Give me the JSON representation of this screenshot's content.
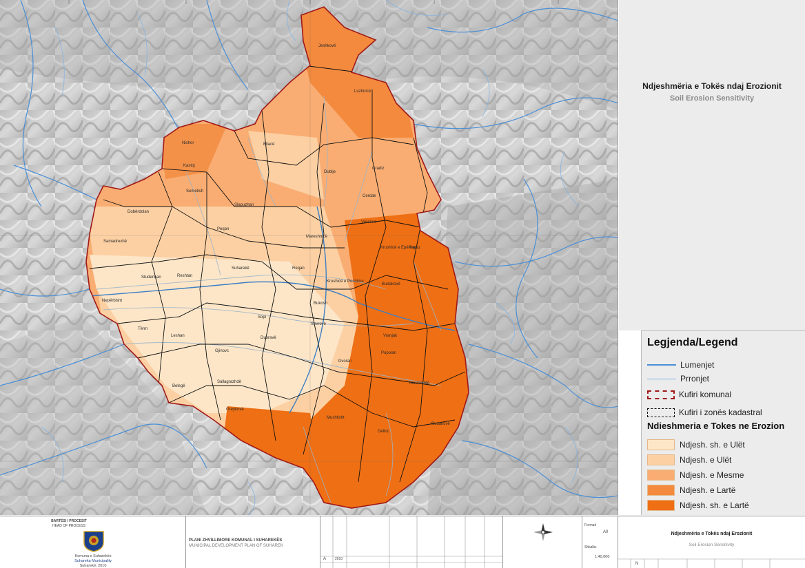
{
  "map": {
    "title": "Ndjeshmëria e Tokës ndaj Erozionit",
    "subtitle": "Soil Erosion Sensitivity",
    "places": [
      {
        "name": "Jeshkovë"
      },
      {
        "name": "Luzhnicë"
      },
      {
        "name": "Bllacë"
      },
      {
        "name": "Nishor"
      },
      {
        "name": "Gradiz"
      },
      {
        "name": "Dublje"
      },
      {
        "name": "Cerdak"
      },
      {
        "name": "Kastoj"
      },
      {
        "name": "Semetish"
      },
      {
        "name": "Slapuzhan"
      },
      {
        "name": "Dobërdolan"
      },
      {
        "name": "Peqan"
      },
      {
        "name": "Vërshec"
      },
      {
        "name": "Mareshnicë"
      },
      {
        "name": "Samadrexhë"
      },
      {
        "name": "Suharekë"
      },
      {
        "name": "Reshtan"
      },
      {
        "name": "Reqan"
      },
      {
        "name": "Krushicë e Epërme"
      },
      {
        "name": "Papaz"
      },
      {
        "name": "Studençan"
      },
      {
        "name": "Krushicë e Poshtme"
      },
      {
        "name": "Budakovë"
      },
      {
        "name": "Nepërbisht"
      },
      {
        "name": "Bukosh"
      },
      {
        "name": "Sopi"
      },
      {
        "name": "Sevrovë"
      },
      {
        "name": "Tërrn"
      },
      {
        "name": "Leshan"
      },
      {
        "name": "Dubravë"
      },
      {
        "name": "Vranjak"
      },
      {
        "name": "Popolan"
      },
      {
        "name": "Gjinovc"
      },
      {
        "name": "Dvoran"
      },
      {
        "name": "Mushtishtë"
      },
      {
        "name": "Sallagrazhdë"
      },
      {
        "name": "Belegë"
      },
      {
        "name": "Greykovë"
      },
      {
        "name": "Mushtisht"
      },
      {
        "name": "Delloc"
      },
      {
        "name": "Budakovë"
      }
    ]
  },
  "legend": {
    "title": "Legjenda/Legend",
    "lines": [
      {
        "label": "Lumenjet"
      },
      {
        "label": "Prronjet"
      },
      {
        "label": "Kufiri komunal"
      },
      {
        "label": "Kufiri i zonës kadastral"
      }
    ],
    "category_title": "Ndieshmeria e Tokes ne Erozion",
    "classes": [
      {
        "label": "Ndjesh. sh. e Ulët",
        "color": "#fde6c8"
      },
      {
        "label": "Ndjesh. e Ulët",
        "color": "#fcd0a3"
      },
      {
        "label": "Ndjesh. e Mesme",
        "color": "#f9ad72"
      },
      {
        "label": "Ndjesh. e Lartë",
        "color": "#f38a3e"
      },
      {
        "label": "Ndjesh. sh. e Lartë",
        "color": "#ef6f14"
      }
    ]
  },
  "title_block": {
    "org_header": "BARTËSI I PROCESIT",
    "org_header_en": "HEAD OF PROCESS",
    "municipality_sq": "Komuna e Suharekës",
    "municipality_en": "Suhareka Municipality",
    "municipality_place": "Suharekë, 2010",
    "plan_sq": "PLANI ZHVILLIMORE KOMUNAL I SUHAREKËS",
    "plan_en": "MUNICIPAL DEVELOPMENT PLAN OF SUHAREK",
    "format_label": "Formati",
    "format_value": "A0",
    "scale_label": "Shkalla:",
    "scale_value": "1:40,000",
    "sheet_title": "Ndjeshmëria e Tokës ndaj Erozionit",
    "sheet_subtitle": "Soil Erosion Sensitivity",
    "row_a": "A",
    "row_a_year": "2010",
    "north": "N"
  },
  "colors": {
    "river": "#4a8fd6",
    "stream": "#7fb2e6",
    "municipal_border": "#a01818",
    "cadastral_border": "#111111"
  }
}
